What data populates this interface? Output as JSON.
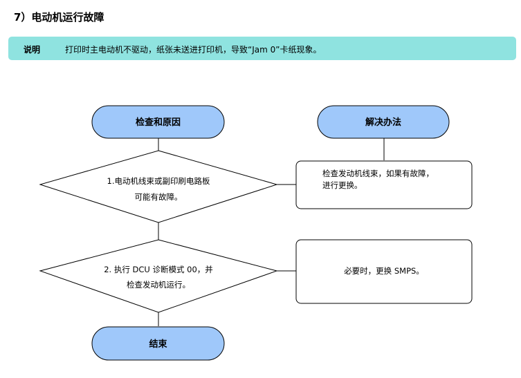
{
  "section": {
    "title": "7）电动机运行故障"
  },
  "note": {
    "label": "说明",
    "text": "打印时主电动机不驱动，纸张未送进打印机，导致“Jam 0”卡纸现象。"
  },
  "flow": {
    "header_check": "检查和原因",
    "header_solution": "解决办法",
    "step1": {
      "line1": "1.电动机线束或副印刷电路板",
      "line2": "可能有故障。"
    },
    "solution1": {
      "line1": "检查发动机线束，如果有故障，",
      "line2": "进行更换。"
    },
    "step2": {
      "line1": "2. 执行 DCU 诊断模式 00，并",
      "line2": "检查发动机运行。"
    },
    "solution2": {
      "text": "必要时，更换 SMPS。"
    },
    "end": "结束"
  },
  "colors": {
    "note_bg": "#8fe3e0",
    "pill_fill": "#9fc8fa",
    "stroke": "#000000"
  }
}
